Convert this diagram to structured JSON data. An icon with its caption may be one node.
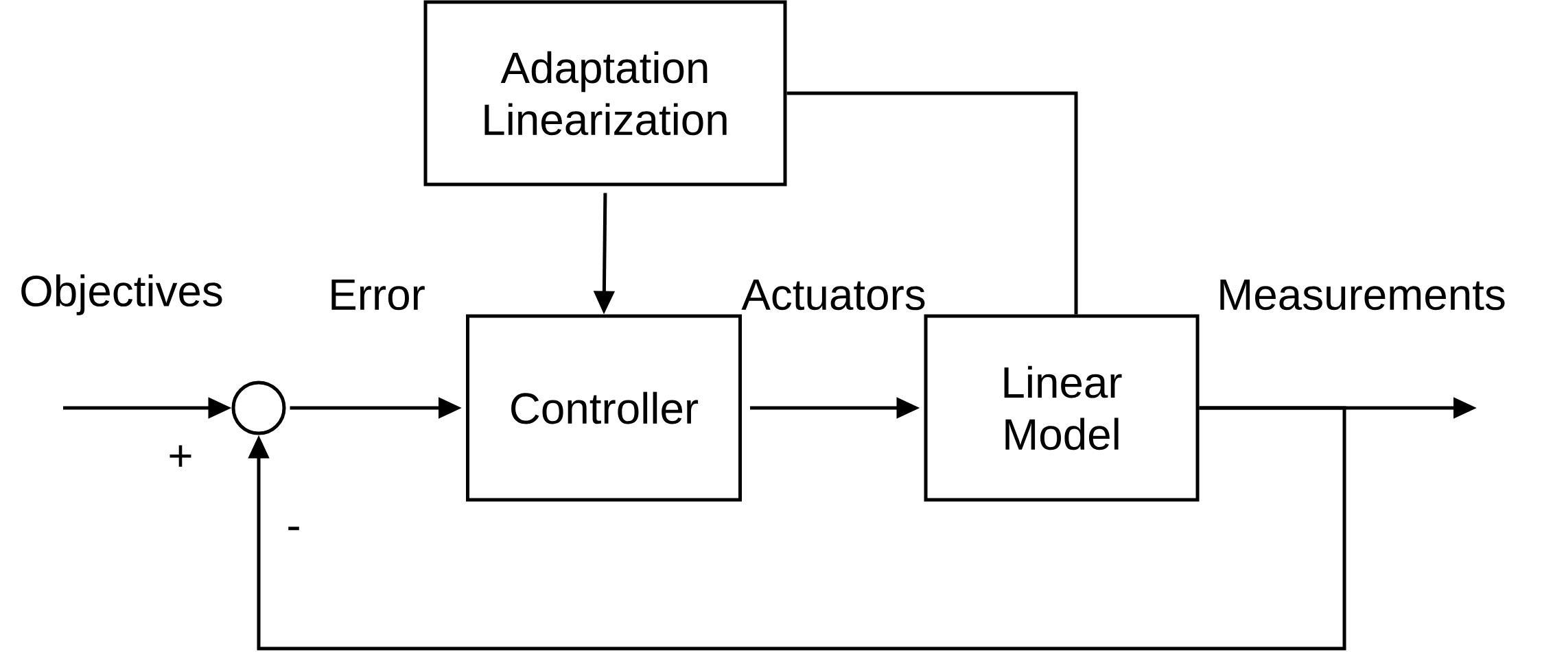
{
  "diagram": {
    "nodes": [
      {
        "text": [
          "Adaptation Linearization"
        ]
      },
      {
        "text": [],
        "shape": "circle"
      },
      {
        "text": [
          "Controller"
        ]
      },
      {
        "text": [
          "Linear Model"
        ]
      }
    ],
    "edges": [
      {
        "from": null,
        "to": 1,
        "arrow": "to"
      },
      {
        "from": 1,
        "to": 2,
        "arrow": "to"
      },
      {
        "from": 2,
        "to": 3,
        "arrow": "to"
      },
      {
        "from": 3,
        "to": null,
        "arrow": "to"
      },
      {
        "from": 3,
        "to": 1,
        "arrow": "to"
      },
      {
        "from": 0,
        "to": 2,
        "arrow": "to"
      },
      {
        "from": 0,
        "to": 3,
        "arrow": "none"
      }
    ],
    "labels": [
      "Objectives",
      "Error",
      "Actuators",
      "Measurements",
      "+",
      "-"
    ]
  }
}
